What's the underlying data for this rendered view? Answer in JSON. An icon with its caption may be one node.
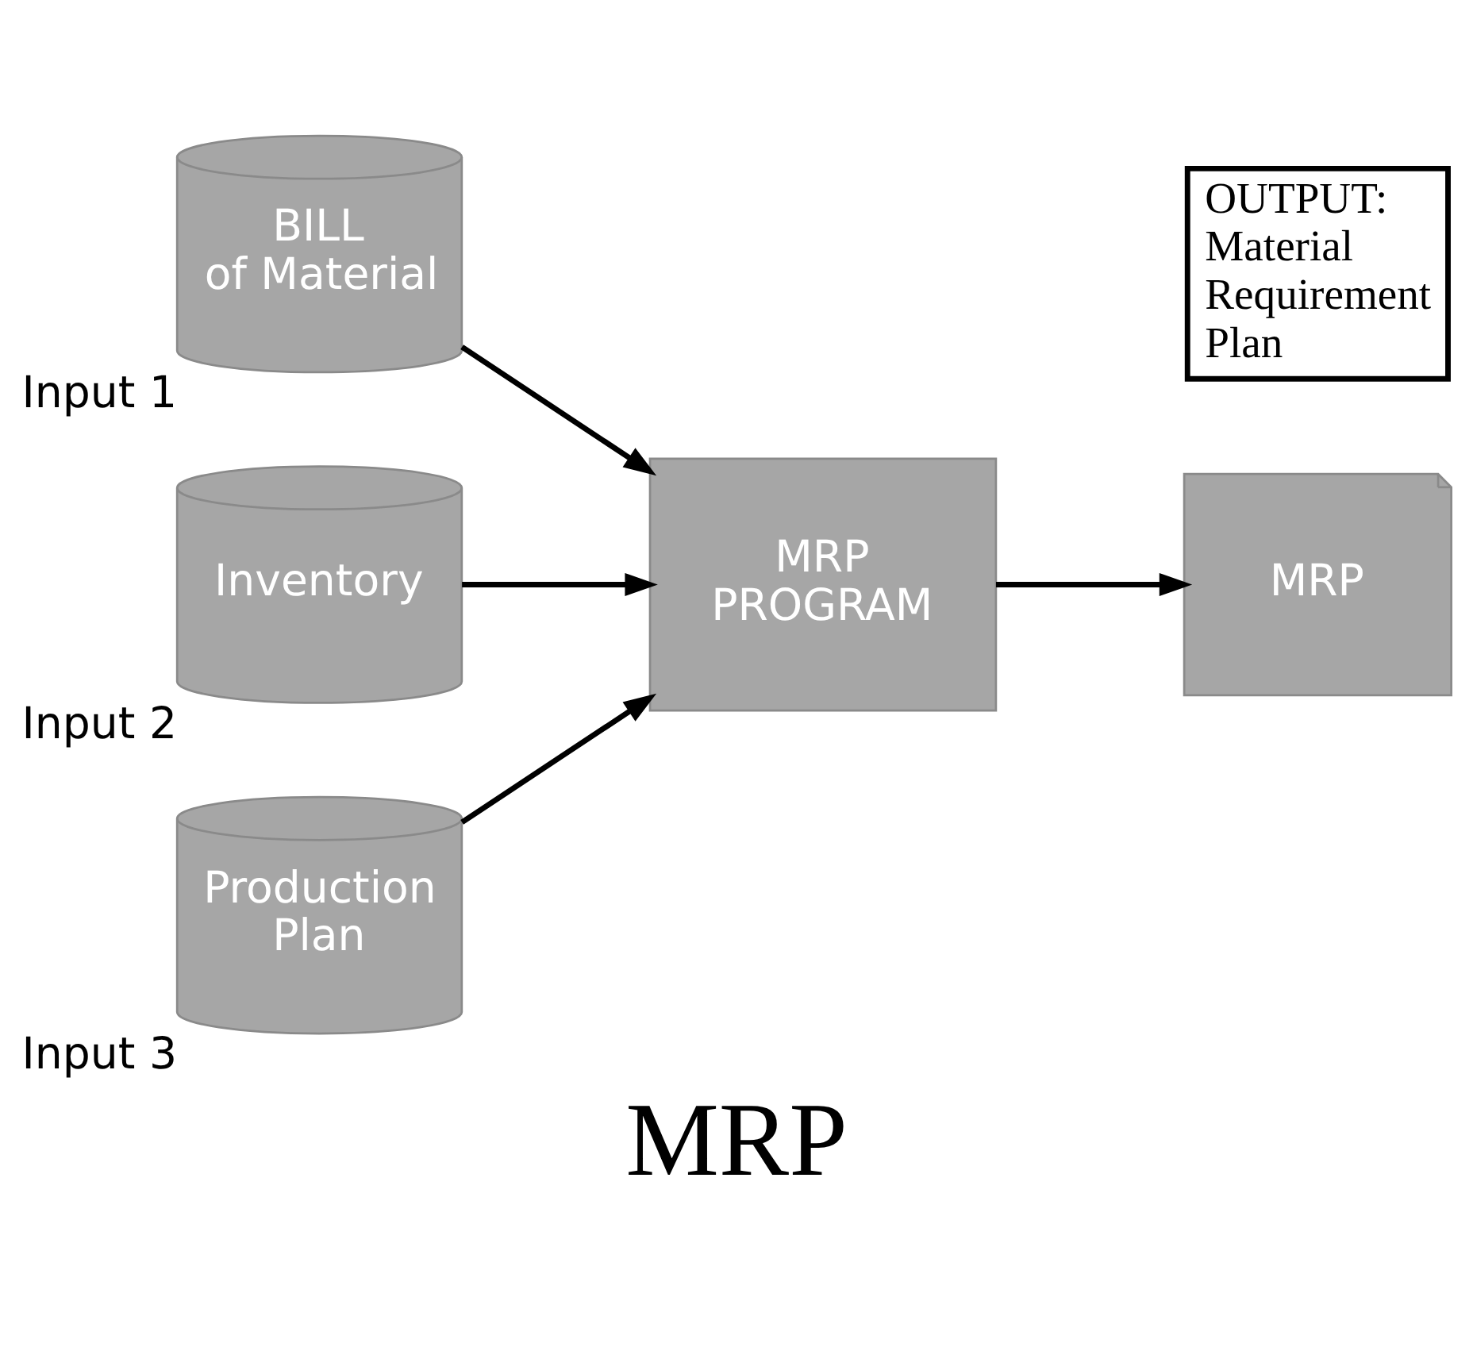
{
  "diagram": {
    "title": "MRP",
    "nodes": [
      {
        "text": [
          "BILL of Material"
        ],
        "beside": [
          "Input 1"
        ]
      },
      {
        "text": [
          "Inventory"
        ],
        "beside": [
          "Input 2"
        ]
      },
      {
        "text": [
          "Production Plan"
        ],
        "beside": [
          "Input 3"
        ]
      },
      {
        "text": [
          "MRP PROGRAM"
        ]
      },
      {
        "text": [
          "MRP"
        ]
      },
      {
        "text": [
          "OUTPUT: Material Requirement Plan"
        ]
      }
    ],
    "edges": [
      {
        "from": 0,
        "to": 3,
        "arrow": "to"
      },
      {
        "from": 1,
        "to": 3,
        "arrow": "to"
      },
      {
        "from": 2,
        "to": 3,
        "arrow": "to"
      },
      {
        "from": 3,
        "to": 4,
        "arrow": "to"
      }
    ]
  }
}
